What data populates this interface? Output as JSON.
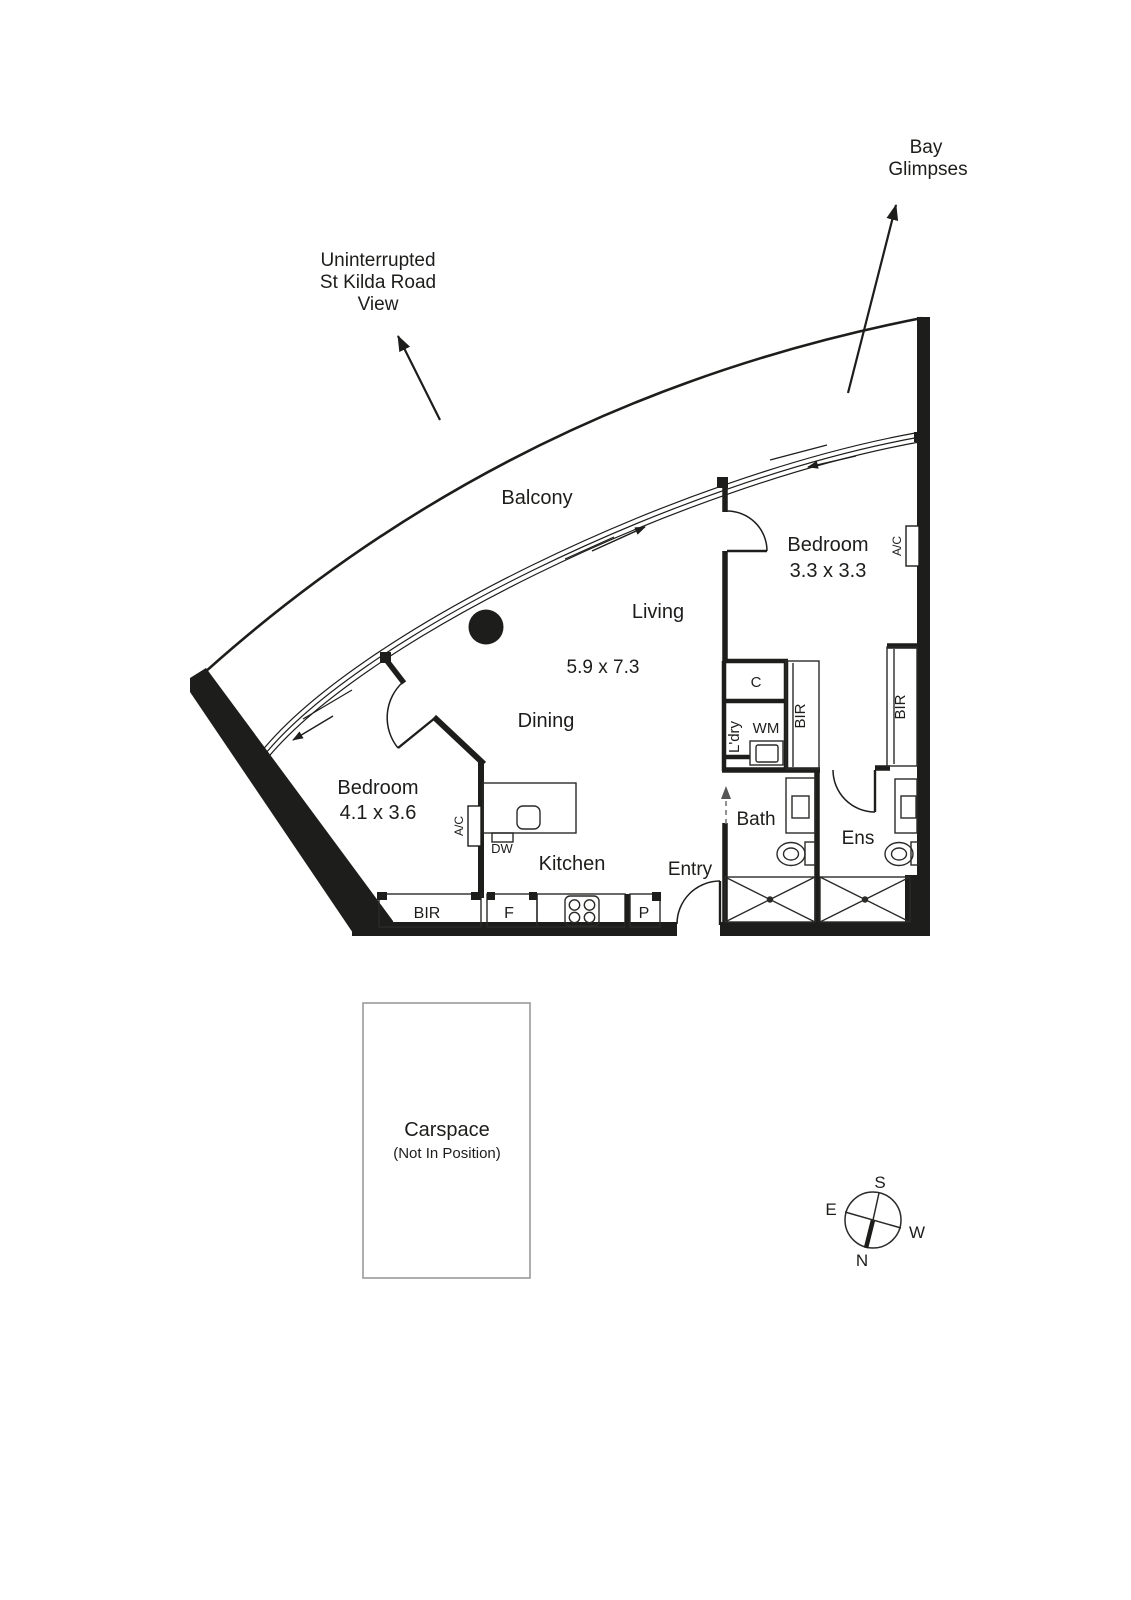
{
  "colors": {
    "ink": "#1d1d1b",
    "entry_arrow": "#7a7a7a",
    "carspace_border": "#9a9a9a"
  },
  "notes": {
    "view": [
      "Uninterrupted",
      "St Kilda Road",
      "View"
    ],
    "bay": [
      "Bay",
      "Glimpses"
    ]
  },
  "rooms": {
    "balcony": "Balcony",
    "living": "Living",
    "living_dim": "5.9 x 7.3",
    "dining": "Dining",
    "bedroom_main": "Bedroom",
    "bedroom_main_dim": "3.3 x 3.3",
    "bedroom_second": "Bedroom",
    "bedroom_second_dim": "4.1 x 3.6",
    "kitchen": "Kitchen",
    "entry": "Entry",
    "bath": "Bath",
    "ens": "Ens",
    "laundry": "L'dry"
  },
  "fixtures": {
    "closet": "C",
    "washing_machine": "WM",
    "dishwasher": "DW",
    "fridge": "F",
    "pantry": "P",
    "built_in_robe": "BIR",
    "air_conditioner": "A/C"
  },
  "carspace": {
    "title": "Carspace",
    "subtitle": "(Not In Position)"
  },
  "compass": {
    "north": "N",
    "south": "S",
    "east": "E",
    "west": "W"
  }
}
